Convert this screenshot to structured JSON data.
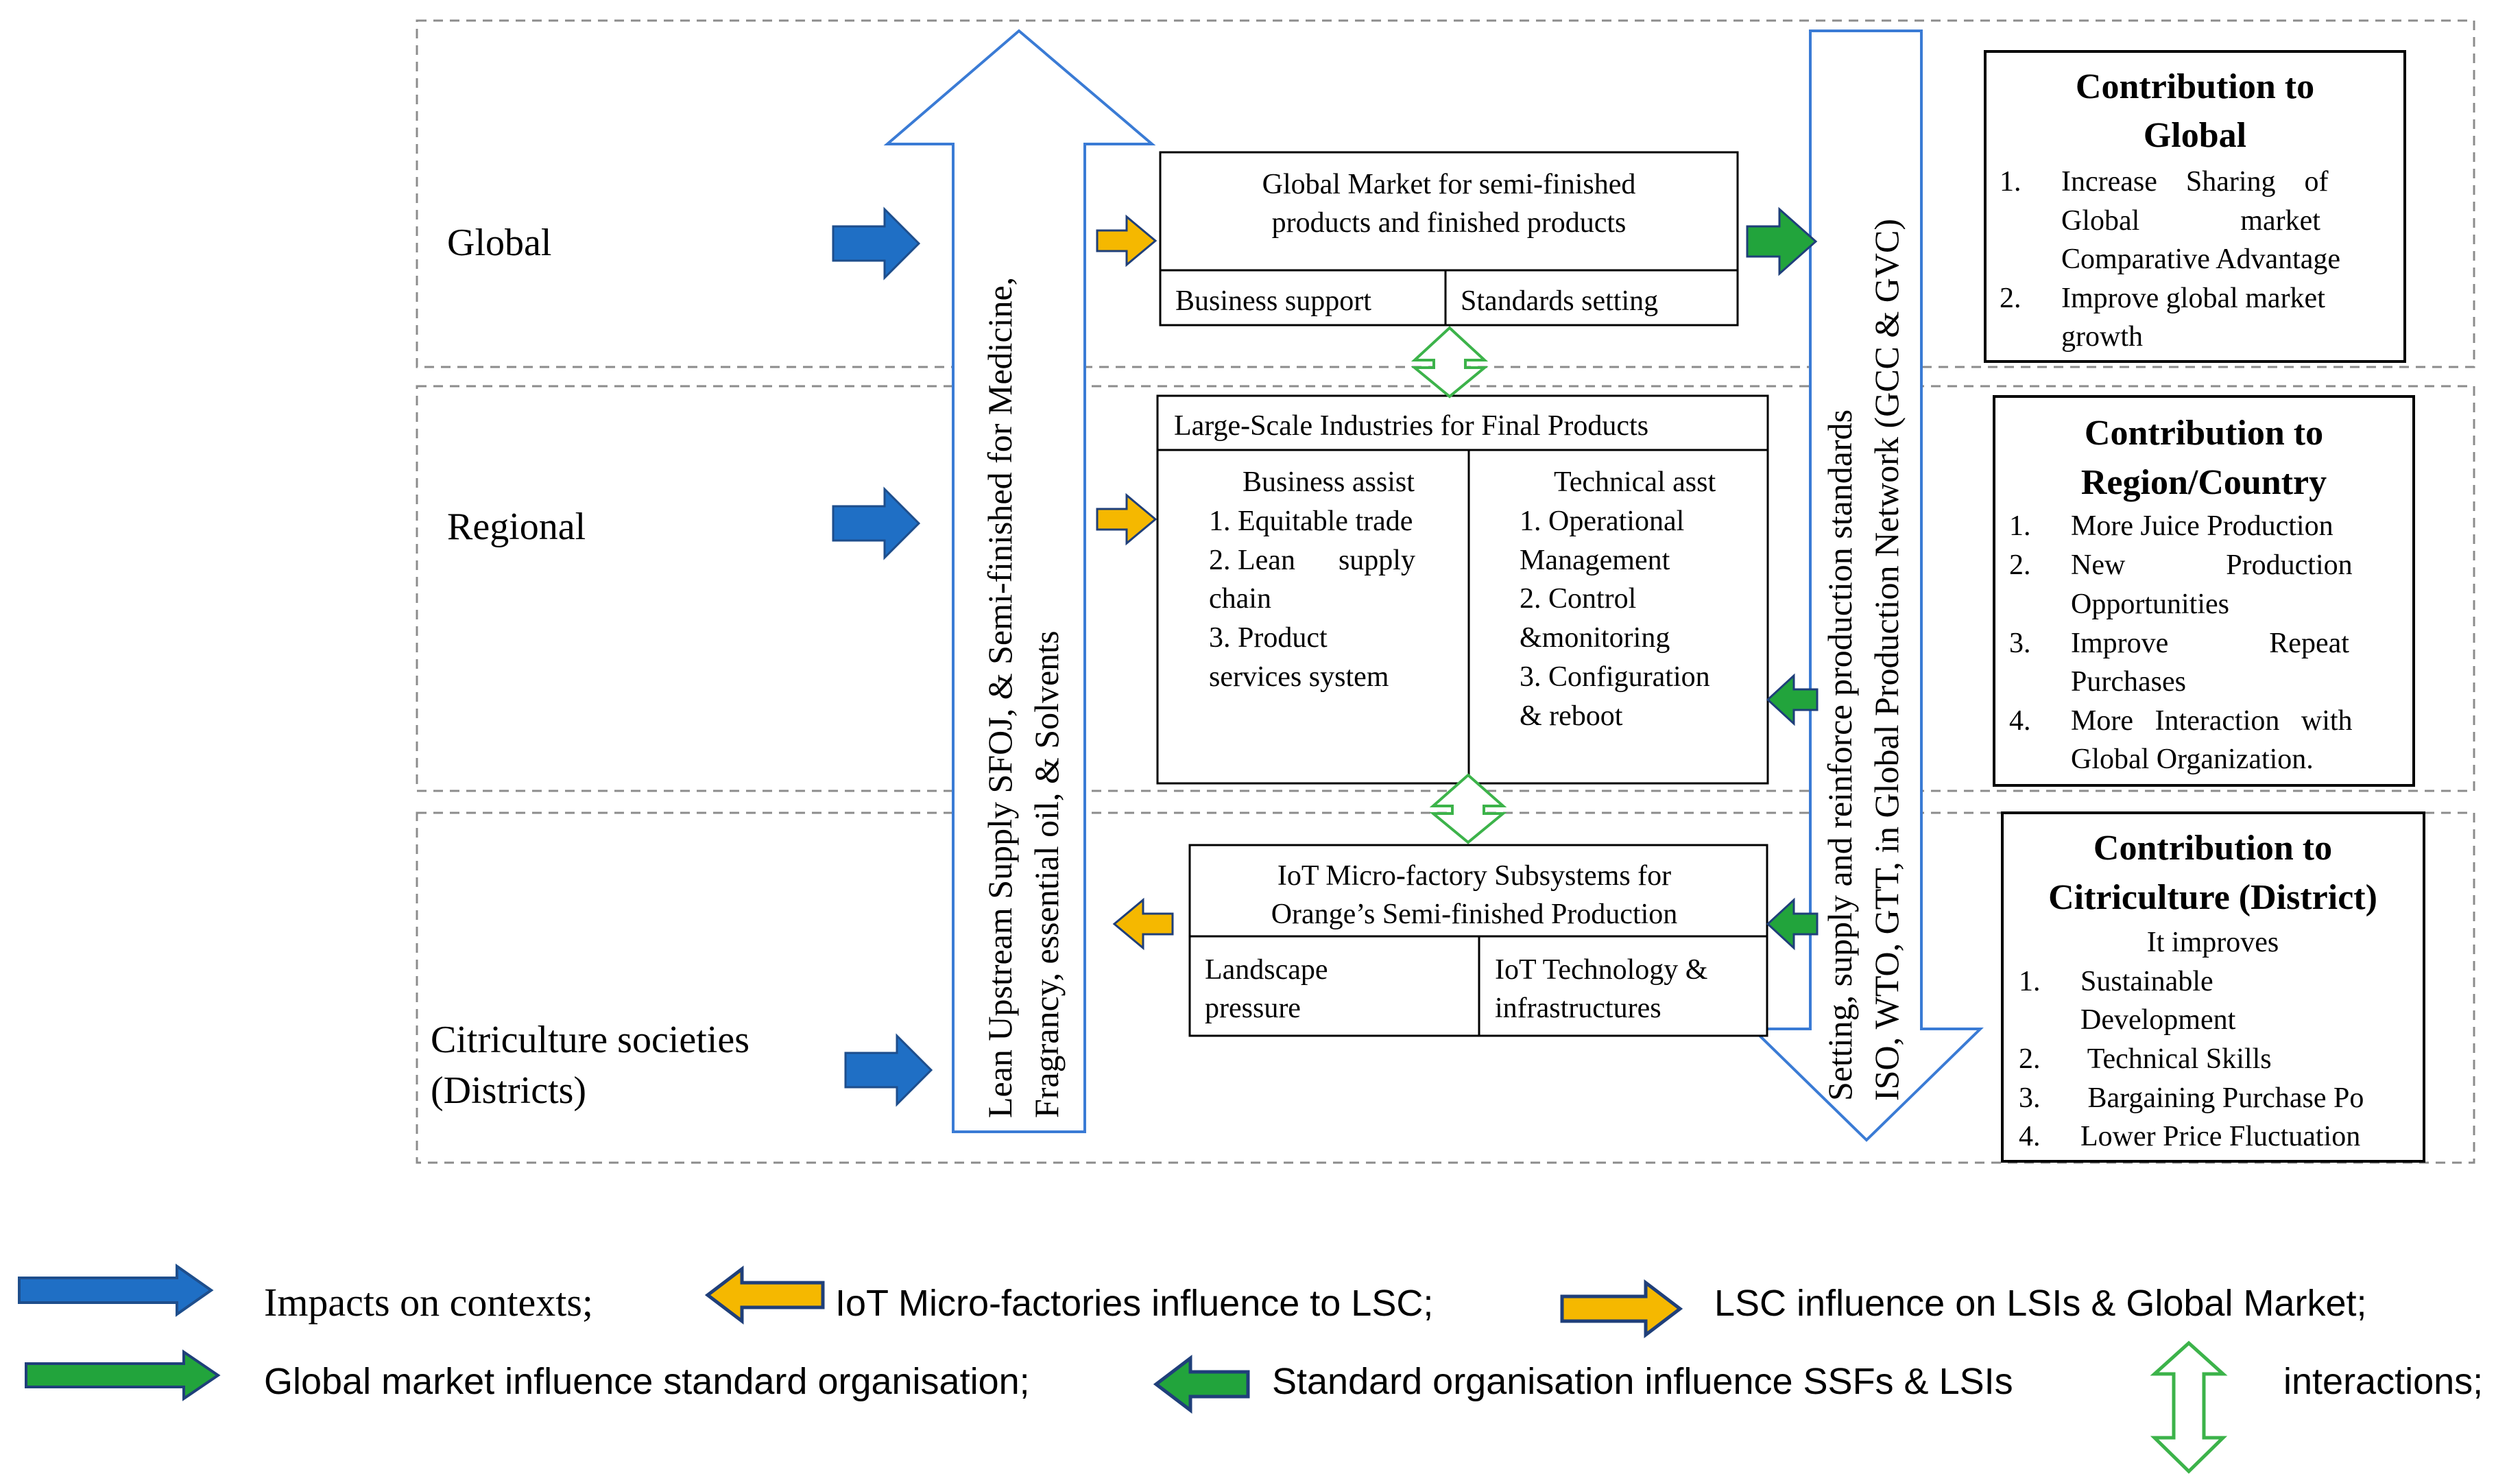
{
  "levels": {
    "global": "Global",
    "regional": "Regional",
    "districts_line1": "Citriculture societies",
    "districts_line2": "(Districts)"
  },
  "upstream_arrow": {
    "line1": "Lean Upstream Supply SFOJ, & Semi-finished for Medicine,",
    "line2": "Fragrancy, essential oil, & Solvents"
  },
  "standards_arrow": {
    "line1": "Setting, supply and reinforce production standards",
    "line2": "ISO, WTO, GTT, in Global Production Network (GCC & GVC)"
  },
  "global_market": {
    "title_line1": "Global Market for semi-finished",
    "title_line2": "products and finished products",
    "cell_left": "Business support",
    "cell_right": "Standards setting"
  },
  "large_scale": {
    "title": "Large-Scale Industries for Final Products",
    "left_heading": "Business assist",
    "left_lines": [
      "1. Equitable trade",
      "2. Lean      supply",
      "chain",
      "3. Product",
      "services system"
    ],
    "right_heading": "Technical asst",
    "right_lines": [
      "1. Operational",
      "Management",
      "2. Control",
      "&monitoring",
      "3. Configuration",
      "& reboot"
    ]
  },
  "iot": {
    "title_line1": "IoT Micro-factory Subsystems for",
    "title_line2": "Orange’s Semi-finished Production",
    "cell_left_line1": "Landscape",
    "cell_left_line2": "pressure",
    "cell_right_line1": "IoT Technology &",
    "cell_right_line2": "infrastructures"
  },
  "contrib_global": {
    "title_line1": "Contribution to",
    "title_line2": "Global",
    "items": [
      {
        "num": "1.",
        "lines": [
          "Increase    Sharing    of",
          "Global              market",
          "Comparative Advantage"
        ]
      },
      {
        "num": "2.",
        "lines": [
          "Improve global market",
          "growth"
        ]
      }
    ]
  },
  "contrib_region": {
    "title_line1": "Contribution to",
    "title_line2": "Region/Country",
    "items": [
      {
        "num": "1.",
        "lines": [
          "More Juice Production"
        ]
      },
      {
        "num": "2.",
        "lines": [
          "New              Production",
          "Opportunities"
        ]
      },
      {
        "num": "3.",
        "lines": [
          "Improve              Repeat",
          "Purchases"
        ]
      },
      {
        "num": "4.",
        "lines": [
          "More   Interaction   with",
          "Global Organization."
        ]
      }
    ]
  },
  "contrib_district": {
    "title_line1": "Contribution to",
    "title_line2": "Citriculture (District)",
    "intro": "It improves",
    "items": [
      {
        "num": "1.",
        "lines": [
          "Sustainable",
          "Development"
        ]
      },
      {
        "num": "2.",
        "lines": [
          " Technical Skills"
        ]
      },
      {
        "num": "3.",
        "lines": [
          " Bargaining Purchase Po"
        ]
      },
      {
        "num": "4.",
        "lines": [
          "Lower Price Fluctuation"
        ]
      }
    ]
  },
  "legend": {
    "impacts": "Impacts on contexts;",
    "iot_influence": "IoT Micro-factories influence to LSC;",
    "lsc_influence": "LSC influence on LSIs & Global Market;",
    "global_influence": "Global market influence standard organisation;",
    "standard_influence": "Standard organisation influence SSFs & LSIs",
    "interactions": "interactions;"
  },
  "colors": {
    "blue": "#1f6fc5",
    "blue_outline": "#1e4e8c",
    "yellow": "#f5b800",
    "green": "#22a43c",
    "navy_outline": "#1f3f7a",
    "hollow_blue": "#3a7bd5",
    "hollow_green": "#3cb34a",
    "dash_gray": "#8c8c8c"
  }
}
